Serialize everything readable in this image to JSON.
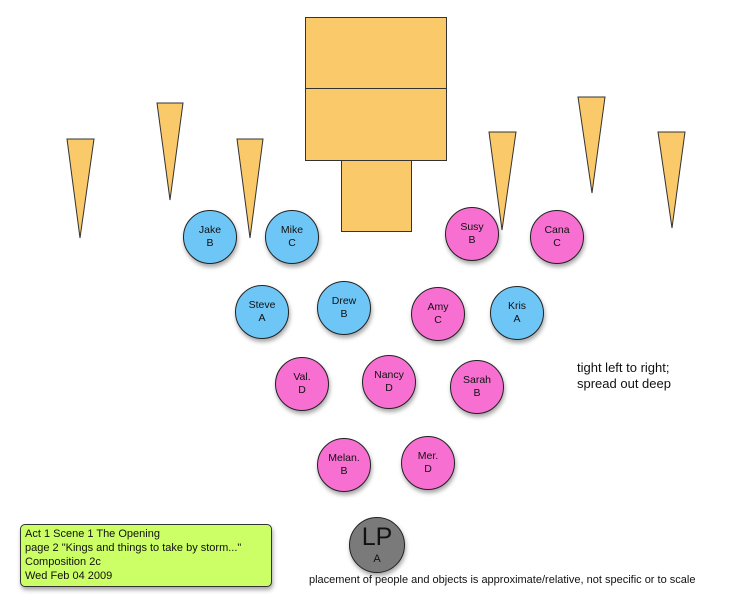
{
  "colors": {
    "stage": "#f9c96a",
    "group_blue": "#6ec6f7",
    "group_pink": "#f76fd0",
    "lead": "#7a7a7a",
    "info": "#ccff66"
  },
  "people": [
    {
      "name": "Jake",
      "group": "B",
      "color": "blue"
    },
    {
      "name": "Mike",
      "group": "C",
      "color": "blue"
    },
    {
      "name": "Susy",
      "group": "B",
      "color": "pink"
    },
    {
      "name": "Cana",
      "group": "C",
      "color": "pink"
    },
    {
      "name": "Steve",
      "group": "A",
      "color": "blue"
    },
    {
      "name": "Drew",
      "group": "B",
      "color": "blue"
    },
    {
      "name": "Amy",
      "group": "C",
      "color": "pink"
    },
    {
      "name": "Kris",
      "group": "A",
      "color": "blue"
    },
    {
      "name": "Val.",
      "group": "D",
      "color": "pink"
    },
    {
      "name": "Nancy",
      "group": "D",
      "color": "pink"
    },
    {
      "name": "Sarah",
      "group": "B",
      "color": "pink"
    },
    {
      "name": "Melan.",
      "group": "B",
      "color": "pink"
    },
    {
      "name": "Mer.",
      "group": "D",
      "color": "pink"
    }
  ],
  "lead": {
    "label": "LP",
    "sub": "A"
  },
  "note": {
    "line1": "tight left to right;",
    "line2": "spread out deep"
  },
  "footer": "placement of people and objects is approximate/relative, not specific or to scale",
  "info": {
    "line1": "Act 1 Scene 1 The Opening",
    "line2": "page 2 \"Kings and things to take by storm...\"",
    "line3": "Composition 2c",
    "line4": "Wed Feb 04 2009"
  }
}
